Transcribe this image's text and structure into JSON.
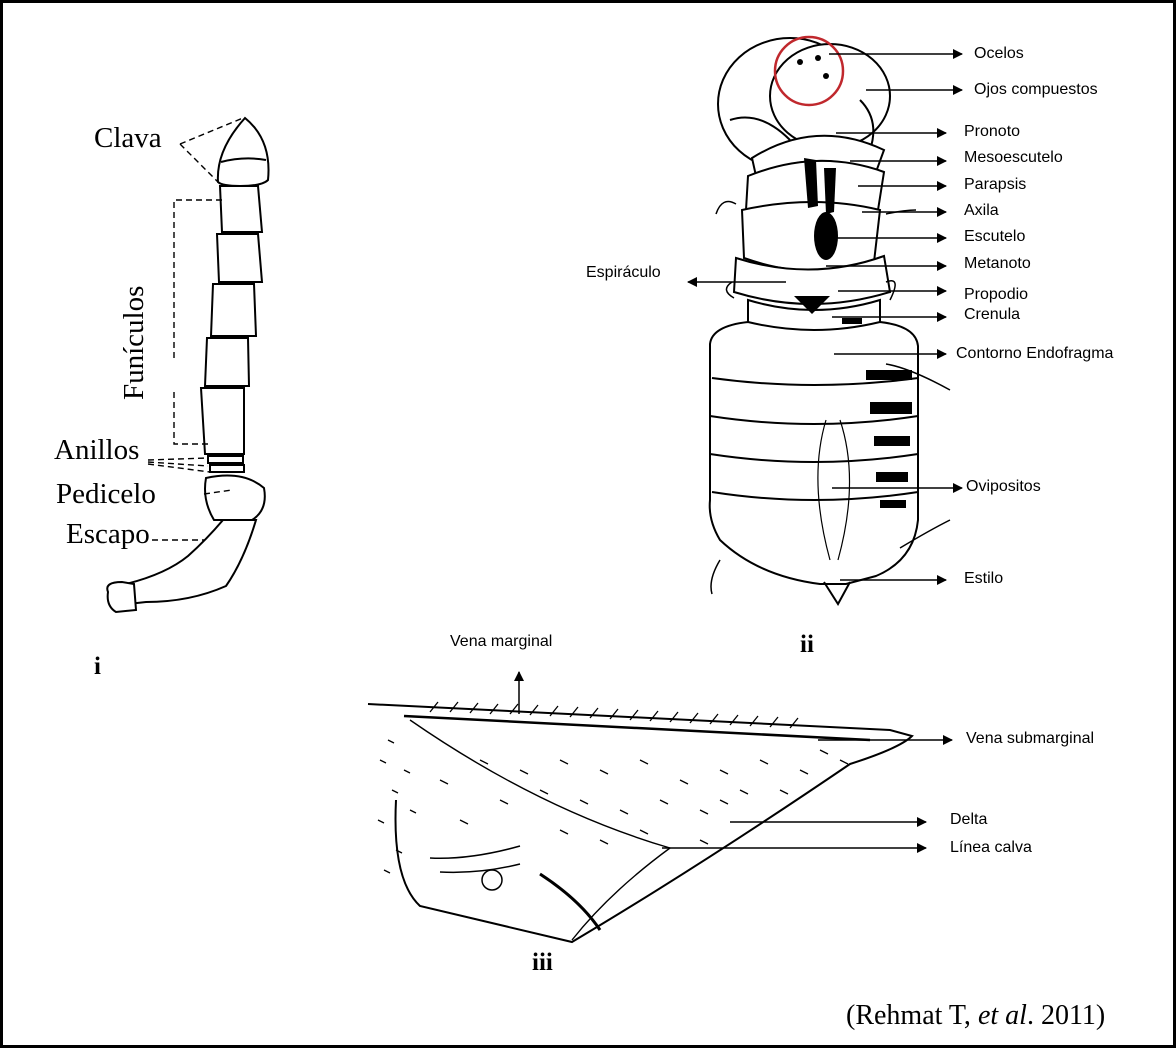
{
  "antenna": {
    "panel_label": "i",
    "labels": {
      "clava": "Clava",
      "funiculos": "Funículos",
      "anillos": "Anillos",
      "pedicelo": "Pedicelo",
      "escapo": "Escapo"
    }
  },
  "body": {
    "panel_label": "ii",
    "labels": {
      "ocelos": "Ocelos",
      "ojos": "Ojos compuestos",
      "pronoto": "Pronoto",
      "mesoescutelo": "Mesoescutelo",
      "parapsis": "Parapsis",
      "axila": "Axila",
      "escutelo": "Escutelo",
      "espiraculo": "Espiráculo",
      "metanoto": "Metanoto",
      "propodio": "Propodio",
      "crenula": "Crenula",
      "endofragma": "Contorno Endofragma",
      "ovipositos": "Ovipositos",
      "estilo": "Estilo"
    }
  },
  "wing": {
    "panel_label": "iii",
    "labels": {
      "vena_marginal": "Vena marginal",
      "vena_submarginal": "Vena submarginal",
      "delta": "Delta",
      "linea_calva": "Línea calva"
    }
  },
  "credit": {
    "prefix": "(Rehmat T, ",
    "etal": "et al",
    "suffix": ". 2011)"
  },
  "colors": {
    "highlight_circle": "#c0282d",
    "ink": "#000000"
  }
}
